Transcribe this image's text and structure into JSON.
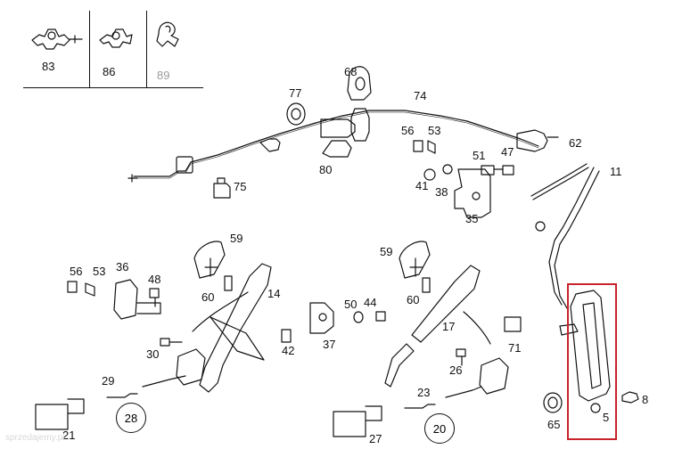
{
  "inset_labels": [
    "83",
    "86",
    "89"
  ],
  "labels": {
    "p5": "5",
    "p8": "8",
    "p11": "11",
    "p14": "14",
    "p17": "17",
    "p20": "20",
    "p21": "21",
    "p23": "23",
    "p26": "26",
    "p27": "27",
    "p28": "28",
    "p29": "29",
    "p30": "30",
    "p35": "35",
    "p36": "36",
    "p37": "37",
    "p38": "38",
    "p41": "41",
    "p42": "42",
    "p44": "44",
    "p47": "47",
    "p48": "48",
    "p50": "50",
    "p51": "51",
    "p53a": "53",
    "p53b": "53",
    "p56a": "56",
    "p56b": "56",
    "p59a": "59",
    "p59b": "59",
    "p60a": "60",
    "p60b": "60",
    "p62": "62",
    "p65": "65",
    "p68": "68",
    "p71": "71",
    "p74": "74",
    "p75": "75",
    "p77": "77",
    "p80": "80"
  },
  "watermark": "sprzedajemy.pl",
  "colors": {
    "line": "#111111",
    "highlight": "#c8232c",
    "muted": "#9a9a9a"
  }
}
